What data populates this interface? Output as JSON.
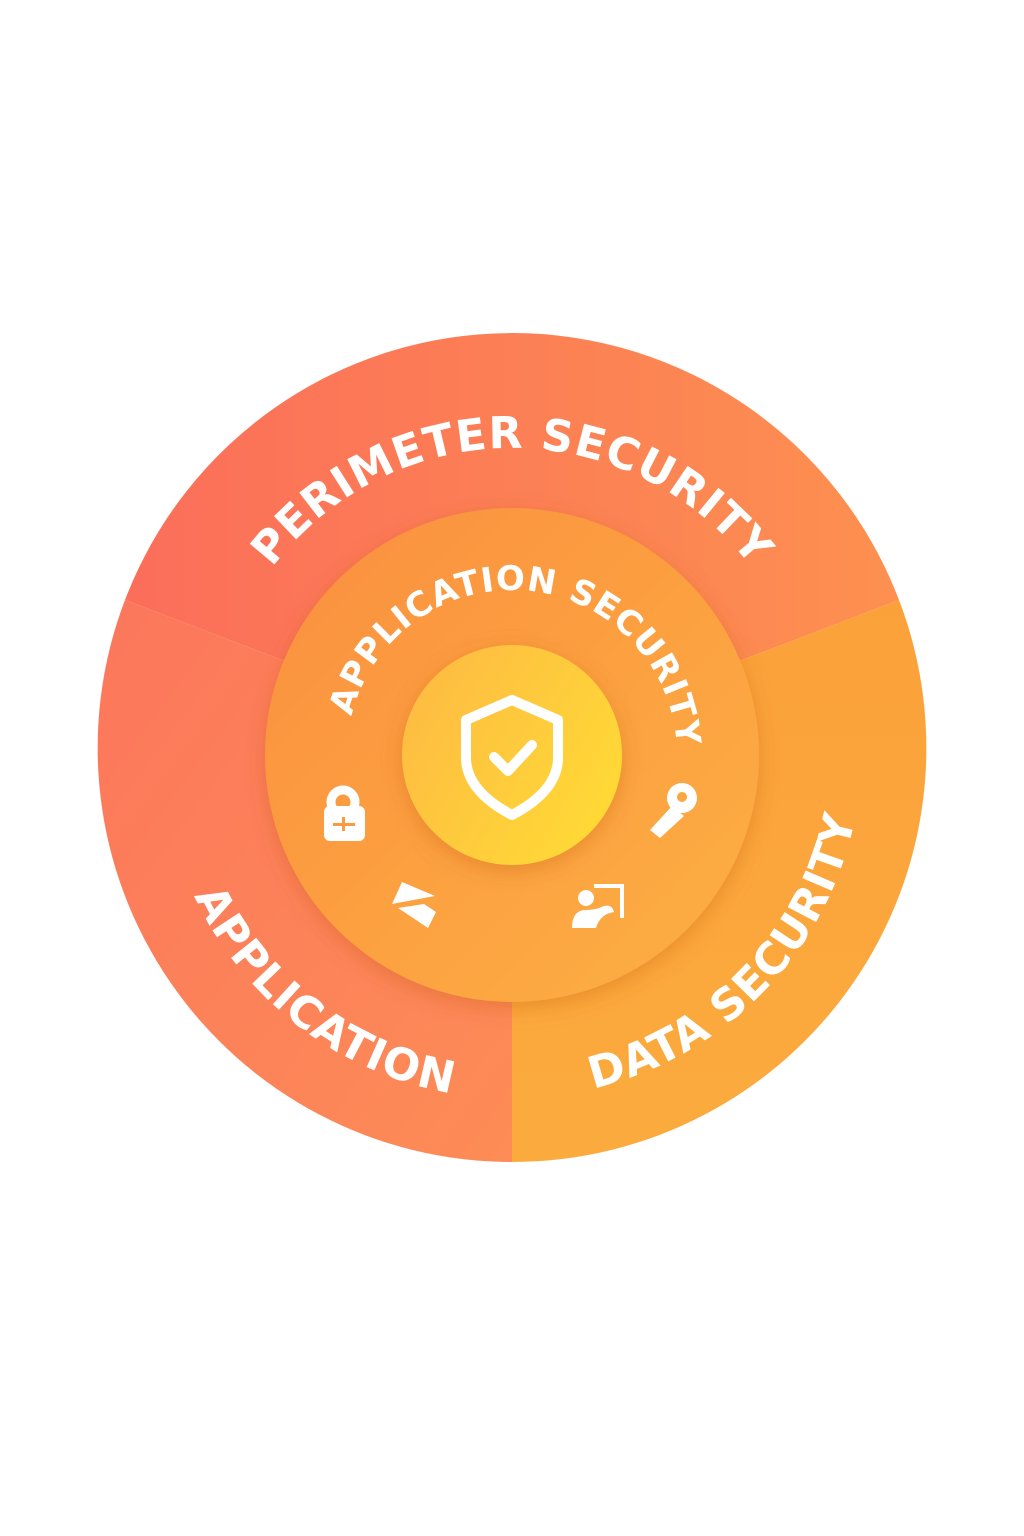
{
  "diagram": {
    "outer_ring": {
      "segments": [
        {
          "label": "PERIMETER SECURITY",
          "color": "#fb7c58"
        },
        {
          "label": "APPLICATION",
          "color": "#fc7f5c"
        },
        {
          "label": "DATA SECURITY",
          "color": "#fba53c"
        }
      ]
    },
    "middle_ring": {
      "label": "APPLICATION SECURITY",
      "color": "#fca240"
    },
    "core": {
      "icon": "shield-check-icon",
      "color": "#fec83c"
    },
    "icons": [
      "lock-icon",
      "key-icon",
      "documents-icon",
      "user-frame-icon"
    ]
  }
}
